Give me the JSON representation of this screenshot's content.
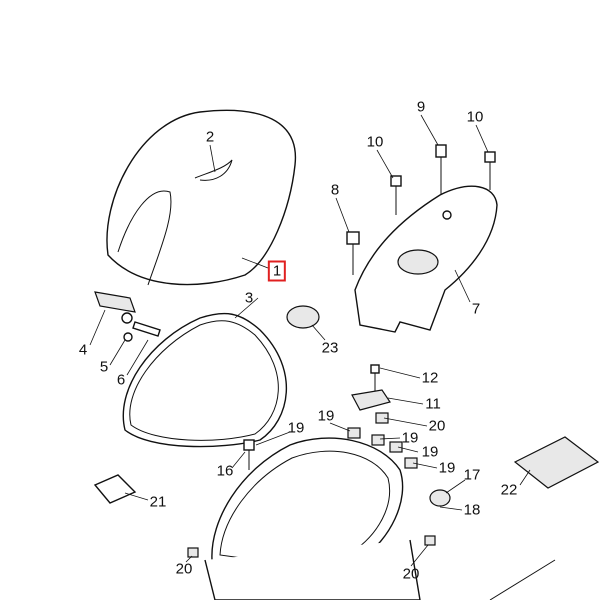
{
  "diagram": {
    "highlighted_part": "1",
    "highlight_color": "#e02020",
    "labels": [
      {
        "id": "p2",
        "text": "2"
      },
      {
        "id": "p1",
        "text": "1"
      },
      {
        "id": "p3",
        "text": "3"
      },
      {
        "id": "p4",
        "text": "4"
      },
      {
        "id": "p5",
        "text": "5"
      },
      {
        "id": "p6",
        "text": "6"
      },
      {
        "id": "p9",
        "text": "9"
      },
      {
        "id": "p10a",
        "text": "10"
      },
      {
        "id": "p10b",
        "text": "10"
      },
      {
        "id": "p8",
        "text": "8"
      },
      {
        "id": "p7",
        "text": "7"
      },
      {
        "id": "p23",
        "text": "23"
      },
      {
        "id": "p12",
        "text": "12"
      },
      {
        "id": "p11",
        "text": "11"
      },
      {
        "id": "p20a",
        "text": "20"
      },
      {
        "id": "p19a",
        "text": "19"
      },
      {
        "id": "p19b",
        "text": "19"
      },
      {
        "id": "p19c",
        "text": "19"
      },
      {
        "id": "p19d",
        "text": "19"
      },
      {
        "id": "p19e",
        "text": "19"
      },
      {
        "id": "p16",
        "text": "16"
      },
      {
        "id": "p17",
        "text": "17"
      },
      {
        "id": "p18",
        "text": "18"
      },
      {
        "id": "p22",
        "text": "22"
      },
      {
        "id": "p21",
        "text": "21"
      },
      {
        "id": "p20b",
        "text": "20"
      },
      {
        "id": "p20c",
        "text": "20"
      }
    ]
  }
}
